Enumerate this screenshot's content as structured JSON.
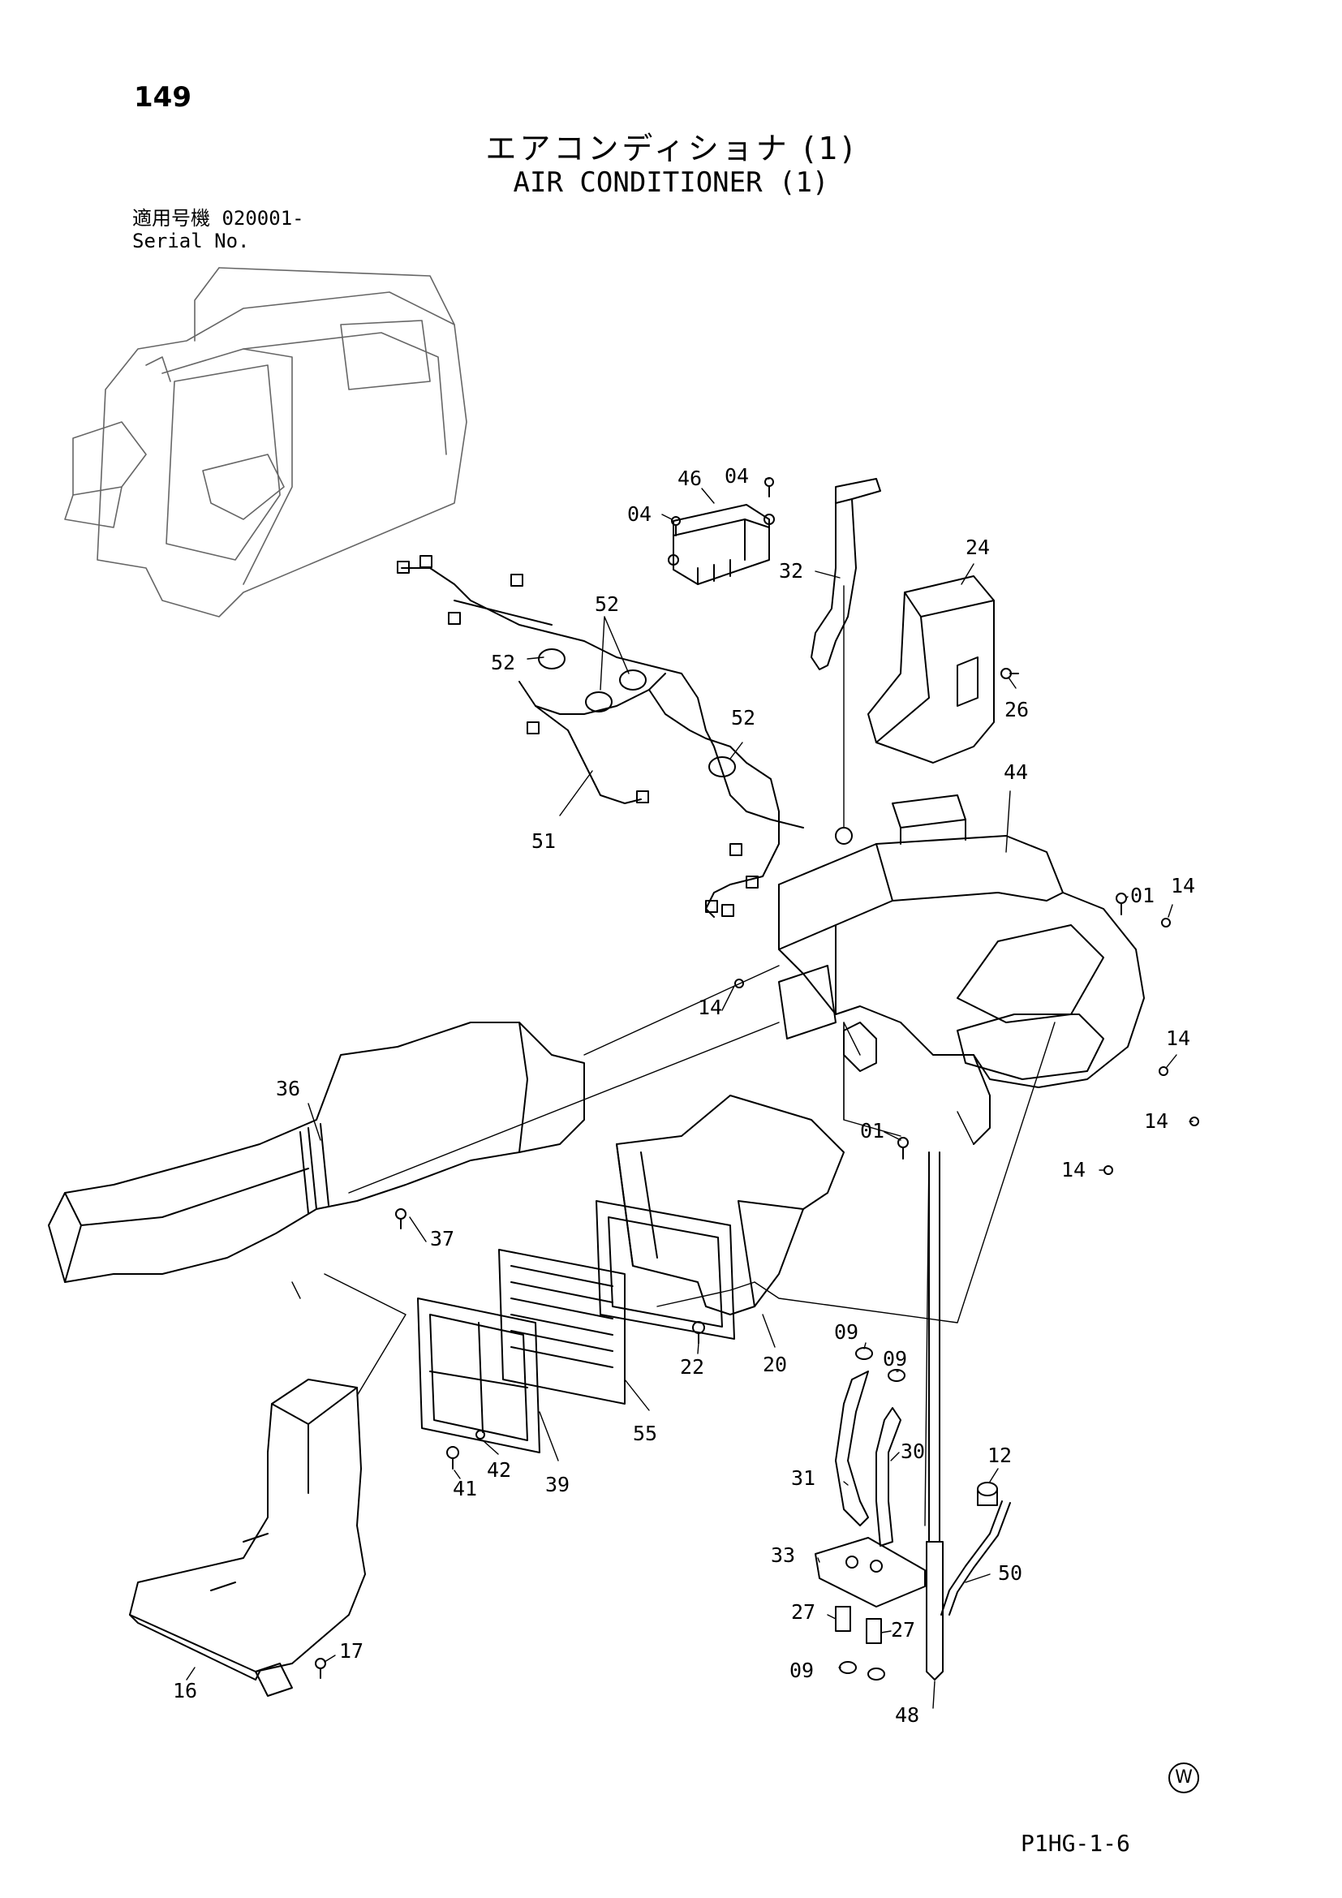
{
  "header": {
    "page_number": "149",
    "title_jp": "エアコンディショナ (1)",
    "title_en": "AIR CONDITIONER (1)"
  },
  "serial": {
    "label_jp": "適用号機",
    "value": "020001-",
    "label_en": "Serial No."
  },
  "callouts": {
    "c04a": "04",
    "c04b": "04",
    "c46": "46",
    "c32": "32",
    "c24": "24",
    "c26": "26",
    "c52a": "52",
    "c52b": "52",
    "c52c": "52",
    "c51": "51",
    "c44": "44",
    "c01a": "01",
    "c14a": "14",
    "c14b": "14",
    "c14c": "14",
    "c14d": "14",
    "c14e": "14",
    "c36": "36",
    "c01b": "01",
    "c37": "37",
    "c20": "20",
    "c22": "22",
    "c55": "55",
    "c39": "39",
    "c41": "41",
    "c42": "42",
    "c09a": "09",
    "c09b": "09",
    "c09c": "09",
    "c30": "30",
    "c31": "31",
    "c12": "12",
    "c33": "33",
    "c50": "50",
    "c27a": "27",
    "c27b": "27",
    "c48": "48",
    "c16": "16",
    "c17": "17"
  },
  "footer": {
    "mark": "W",
    "drawing_code": "P1HG-1-6"
  }
}
